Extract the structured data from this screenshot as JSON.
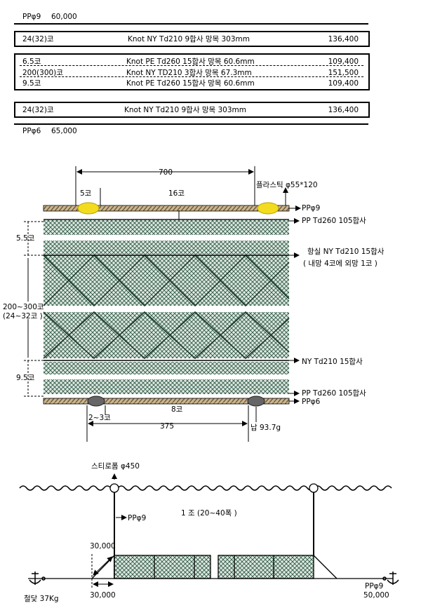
{
  "top_line": {
    "label": "PPφ9",
    "value": "60,000"
  },
  "bottom_line": {
    "label": "PPφ6",
    "value": "65,000"
  },
  "spec_rows": [
    {
      "mesh": "24(32)코",
      "desc": "Knot NY Td210 9합사 망목 303mm",
      "price": "136,400"
    },
    {
      "mesh": "6.5코",
      "desc": "Knot PE Td260 15합사 망목 60.6mm",
      "price": "109,400"
    },
    {
      "mesh": "200(300)코",
      "desc": "Knot NY TD210 3합사 망목 67.3mm",
      "price": "151,500"
    },
    {
      "mesh": "9.5코",
      "desc": "Knot PE Td260 15합사 망목 60.6mm",
      "price": "109,400"
    },
    {
      "mesh": "24(32)코",
      "desc": "Knot NY Td210 9합사 망목 303mm",
      "price": "136,400"
    }
  ],
  "net_diagram": {
    "dim_700": "700",
    "float_label": "플라스틱 φ55*120",
    "mesh_5": "5코",
    "mesh_16": "16코",
    "rope_top": "PPφ9",
    "upper_panel": "PP Td260 105합사",
    "left_55": "5.5코",
    "main_label_1": "항실 NY Td210 15합사",
    "main_label_2": "( 내망 4코에 외망 1코 )",
    "left_200_1": "200~300코",
    "left_200_2": "(24~32코 )",
    "nylon_label": "NY Td210 15합사",
    "left_95": "9.5코",
    "lower_panel": "PP Td260 105합사",
    "rope_bottom": "PPφ6",
    "mesh_8": "8코",
    "mesh_23": "2~3코",
    "dim_375": "375",
    "sinker": "납 93.7g"
  },
  "install_diagram": {
    "buoy_label": "스티로폼 φ450",
    "vertical_rope": "PPφ9",
    "unit_label": "1 조 (20~40폭 )",
    "dim_a": "30,000",
    "dim_b": "30,000",
    "anchor_left": "철닻 37Kg",
    "rope_right_1": "PPφ9",
    "rope_right_2": "50,000"
  }
}
